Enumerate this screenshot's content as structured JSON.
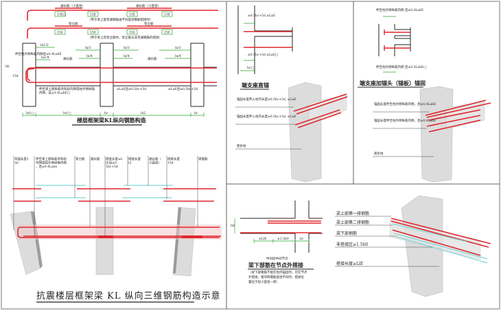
{
  "panel_kl_2d": {
    "title": "楼层框架梁KL纵向钢筋构造",
    "top_labels": [
      "通长筋（小直径）",
      "通长筋（小直径）",
      "架立筋",
      "架立筋"
    ],
    "lap_values_top": [
      "13E□",
      "13E",
      "13E",
      "13E"
    ],
    "lap_values_second": [
      "150",
      "150",
      "150",
      "150"
    ],
    "note_top": "（用于梁上部贯通钢筋由不同直径钢筋搭接时）",
    "note_second": "（用于梁上有架立筋时，架立筋与非贯通钢筋的搭接）",
    "span_labels": [
      "ln1/3",
      "ln1/4",
      "ln/3",
      "ln/4",
      "ln/3",
      "ln/4",
      "ln/3",
      "ln/4"
    ],
    "through_bar": "通长筋",
    "left_note_1": "伸至柱外侧纵筋内侧且≥0.4LabE",
    "left_note_2": "伸至梁上部纵筋弯钩段内侧或柱外侧纵筋内侧，且≥0.4LabE□",
    "mid_note_1": "≥LaE且≥0.5hc+5d",
    "mid_note_2": "≥LaE且≥0.5hc+5d",
    "bottom_dims": [
      "ln1□",
      "ln1□",
      "hc",
      "ln2",
      "hc"
    ],
    "side_dims": [
      "15d",
      "hb"
    ]
  },
  "panel_kl_3d": {
    "title": "抗震楼层框架梁 KL 纵向三维钢筋构造示意",
    "labels": [
      "弯锚长度15d",
      "伸至梁上部纵筋弯钩段内侧或柱外侧纵筋内侧，且≥0.4Labe",
      "架力筋",
      "通长筋",
      "搭接长度≥LlE且≥0.5hc+5d",
      "搭接长度Ll",
      "通长筋（小直径）",
      "搭接长度15d",
      "梁箍筋"
    ]
  },
  "panel_end_straight": {
    "title": "端支座直锚",
    "dim_top": "≥0.5hc+5d ≥LaE",
    "dim_bottom": "≥0.5hc+5d ≥LaE□",
    "dim_hc": "hc□",
    "label_1": "锚固长度伸入柱内长度≥0.5hc+5d, ≥LaE",
    "label_2": "锚固长度伸入柱内长度≥0.5hc+5d, ≥LaE",
    "label_col": "矩形柱"
  },
  "panel_end_anchor": {
    "title": "端支座加锚头（锚板）锚固",
    "dim_top": "伸至柱外侧纵筋内侧 且≥0.4LabE",
    "dim_bottom": "伸至柱外侧纵筋内侧 且≥0.4LabE□",
    "label_1": "锚固长度伸至柱外侧纵筋内侧，且≥0.4LabE",
    "label_2": "锚固长度伸至柱外侧纵筋内侧，且≥0.4LabE",
    "label_col": "矩形柱"
  },
  "panel_lap": {
    "subtitle": "中间层中间节点",
    "title": "梁下部筋在节点外搭接",
    "note": [
      "（梁下部钢筋不能在柱内锚固时，可在节点",
      "外搭接。相邻跨钢筋直径不同时，搭接位",
      "置位于较小直径一跨）"
    ],
    "dims": [
      "≥LlE",
      "≥1.5h0",
      "hc",
      "h0"
    ],
    "labels": [
      "梁上部第一排钢筋",
      "梁上部第二排钢筋",
      "梁下部钢筋",
      "非搭接区≥1.5h0",
      "搭接长度≥LlE"
    ]
  },
  "colors": {
    "rebar": "#e0262c",
    "second_bar": "#7fd6d6",
    "dimension": "#2da52d"
  }
}
